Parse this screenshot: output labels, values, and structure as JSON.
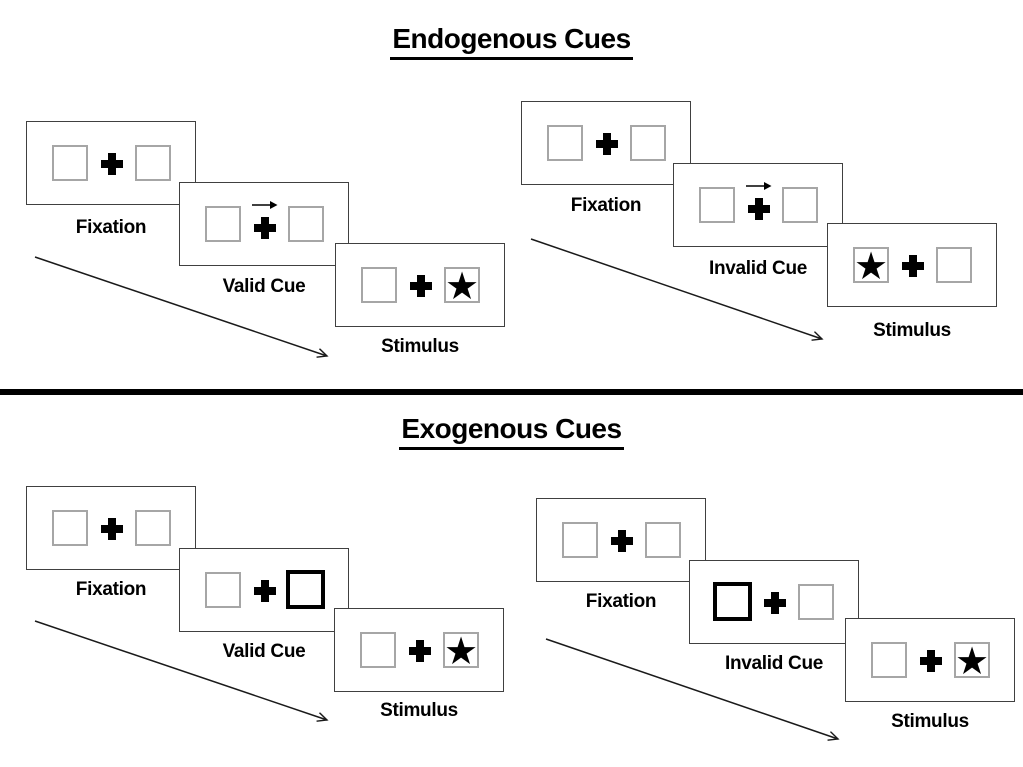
{
  "colors": {
    "background": "#ffffff",
    "ink": "#000000",
    "card_border": "#404040",
    "placeholder_box_border": "#a6a6a6",
    "cue_highlight_border": "#000000"
  },
  "glyphs": {
    "star": "★"
  },
  "sections": {
    "endogenous": {
      "title": "Endogenous Cues",
      "valid": {
        "fixation_label": "Fixation",
        "cue_label": "Valid Cue",
        "stimulus_label": "Stimulus",
        "cue_type": "central-arrow-right",
        "stimulus_star_side": "right"
      },
      "invalid": {
        "fixation_label": "Fixation",
        "cue_label": "Invalid Cue",
        "stimulus_label": "Stimulus",
        "cue_type": "central-arrow-right",
        "stimulus_star_side": "left"
      }
    },
    "exogenous": {
      "title": "Exogenous Cues",
      "valid": {
        "fixation_label": "Fixation",
        "cue_label": "Valid Cue",
        "stimulus_label": "Stimulus",
        "cue_type": "peripheral-highlight-right",
        "stimulus_star_side": "right"
      },
      "invalid": {
        "fixation_label": "Fixation",
        "cue_label": "Invalid Cue",
        "stimulus_label": "Stimulus",
        "cue_type": "peripheral-highlight-left",
        "stimulus_star_side": "right"
      }
    }
  }
}
